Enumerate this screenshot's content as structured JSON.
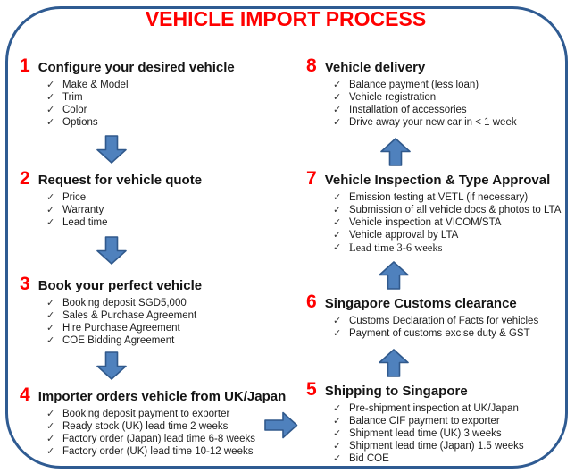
{
  "title": "VEHICLE IMPORT PROCESS",
  "check_glyph": "✓",
  "colors": {
    "title_red": "#FF0000",
    "step_number_red": "#FF0000",
    "arrow_fill": "#4F81BD",
    "arrow_outline": "#30598C",
    "frame_border": "#2F5B92",
    "text": "#1d1d1d"
  },
  "steps": [
    {
      "number": "1",
      "heading": "Configure your desired vehicle",
      "items": [
        "Make & Model",
        "Trim",
        "Color",
        "Options"
      ]
    },
    {
      "number": "2",
      "heading": "Request for vehicle quote",
      "items": [
        "Price",
        "Warranty",
        "Lead time"
      ]
    },
    {
      "number": "3",
      "heading": "Book your perfect vehicle",
      "items": [
        "Booking deposit SGD5,000",
        "Sales & Purchase Agreement",
        "Hire Purchase Agreement",
        "COE Bidding Agreement"
      ]
    },
    {
      "number": "4",
      "heading": "Importer orders vehicle from UK/Japan",
      "items": [
        "Booking deposit payment to exporter",
        "Ready stock (UK) lead time 2 weeks",
        "Factory order (Japan) lead time 6-8 weeks",
        "Factory order (UK) lead time 10-12 weeks"
      ]
    },
    {
      "number": "5",
      "heading": "Shipping to Singapore",
      "items": [
        "Pre-shipment inspection at UK/Japan",
        "Balance CIF payment to exporter",
        "Shipment lead time (UK) 3 weeks",
        "Shipment lead time (Japan) 1.5 weeks",
        "Bid COE"
      ]
    },
    {
      "number": "6",
      "heading": "Singapore Customs clearance",
      "items": [
        "Customs Declaration of Facts for vehicles",
        "Payment of customs excise duty & GST"
      ]
    },
    {
      "number": "7",
      "heading": "Vehicle Inspection & Type Approval",
      "items": [
        "Emission testing at VETL (if necessary)",
        "Submission of all vehicle docs & photos to LTA",
        "Vehicle inspection at VICOM/STA",
        "Vehicle approval by LTA",
        "Lead time 3-6 weeks"
      ]
    },
    {
      "number": "8",
      "heading": "Vehicle delivery",
      "items": [
        "Balance payment (less loan)",
        "Vehicle registration",
        "Installation of accessories",
        "Drive away your new car in < 1 week"
      ]
    }
  ]
}
